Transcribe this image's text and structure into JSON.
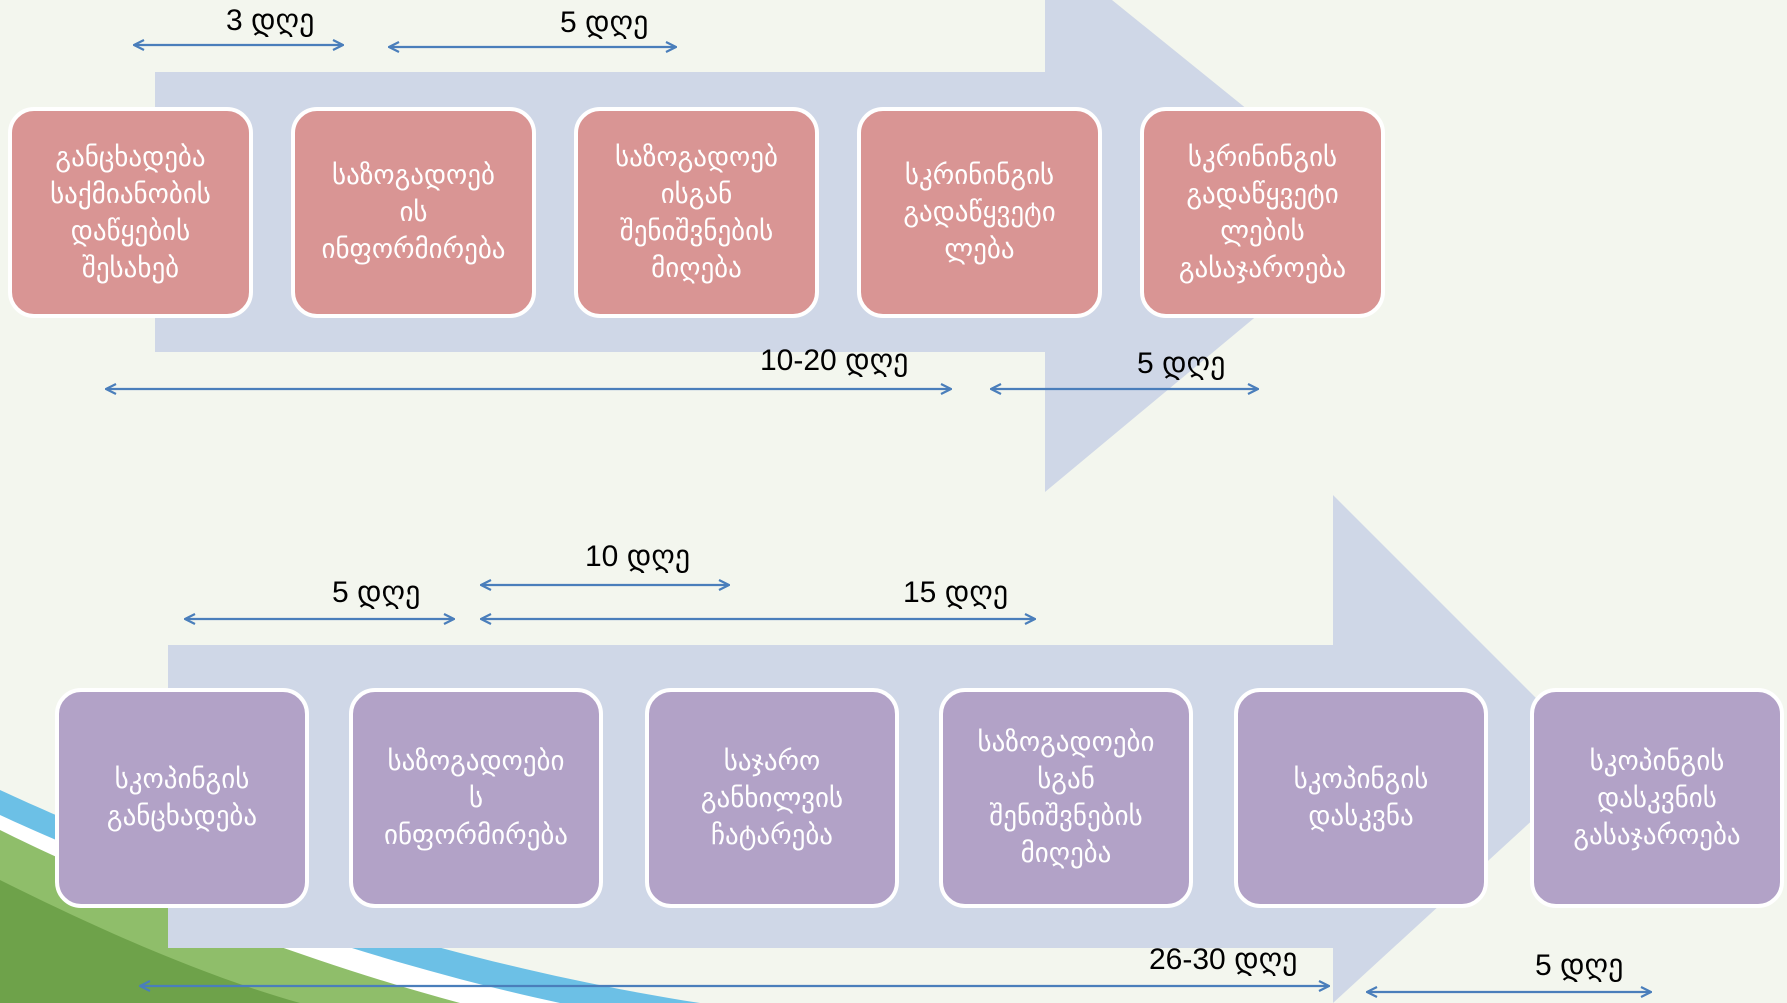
{
  "colors": {
    "background": "#f3f6ee",
    "arrow": "#cfd7e7",
    "arrow_line": "#4a7ebb",
    "step_box_top": "#d99594",
    "step_box_bottom": "#b2a2c7"
  },
  "top_process": {
    "steps": [
      {
        "label": "განცხადება\nსაქმიანობის\nდაწყების\nშესახებ"
      },
      {
        "label": "საზოგადოებ\nის\nინფორმირება"
      },
      {
        "label": "საზოგადოებ\nისგან\nშენიშვნების\nმიღება"
      },
      {
        "label": "სკრინინგის\nგადაწყვეტი\nლება"
      },
      {
        "label": "სკრინინგის\nგადაწყვეტი\nლების\nგასაჯაროება"
      }
    ],
    "durations": [
      "3 დღე",
      "5 დღე",
      "10-20 დღე",
      "5 დღე"
    ]
  },
  "bottom_process": {
    "steps": [
      {
        "label": "სკოპინგის\nგანცხადება"
      },
      {
        "label": "საზოგადოები\nს\nინფორმირება"
      },
      {
        "label": "საჯარო\nგანხილვის\nჩატარება"
      },
      {
        "label": "საზოგადოები\nსგან\nშენიშვნების\nმიღება"
      },
      {
        "label": "სკოპინგის\nდასკვნა"
      },
      {
        "label": "სკოპინგის\nდასკვნის\nგასაჯაროება"
      }
    ],
    "durations": [
      "10 დღე",
      "5 დღე",
      "15 დღე",
      "26-30 დღე",
      "5 დღე"
    ]
  }
}
